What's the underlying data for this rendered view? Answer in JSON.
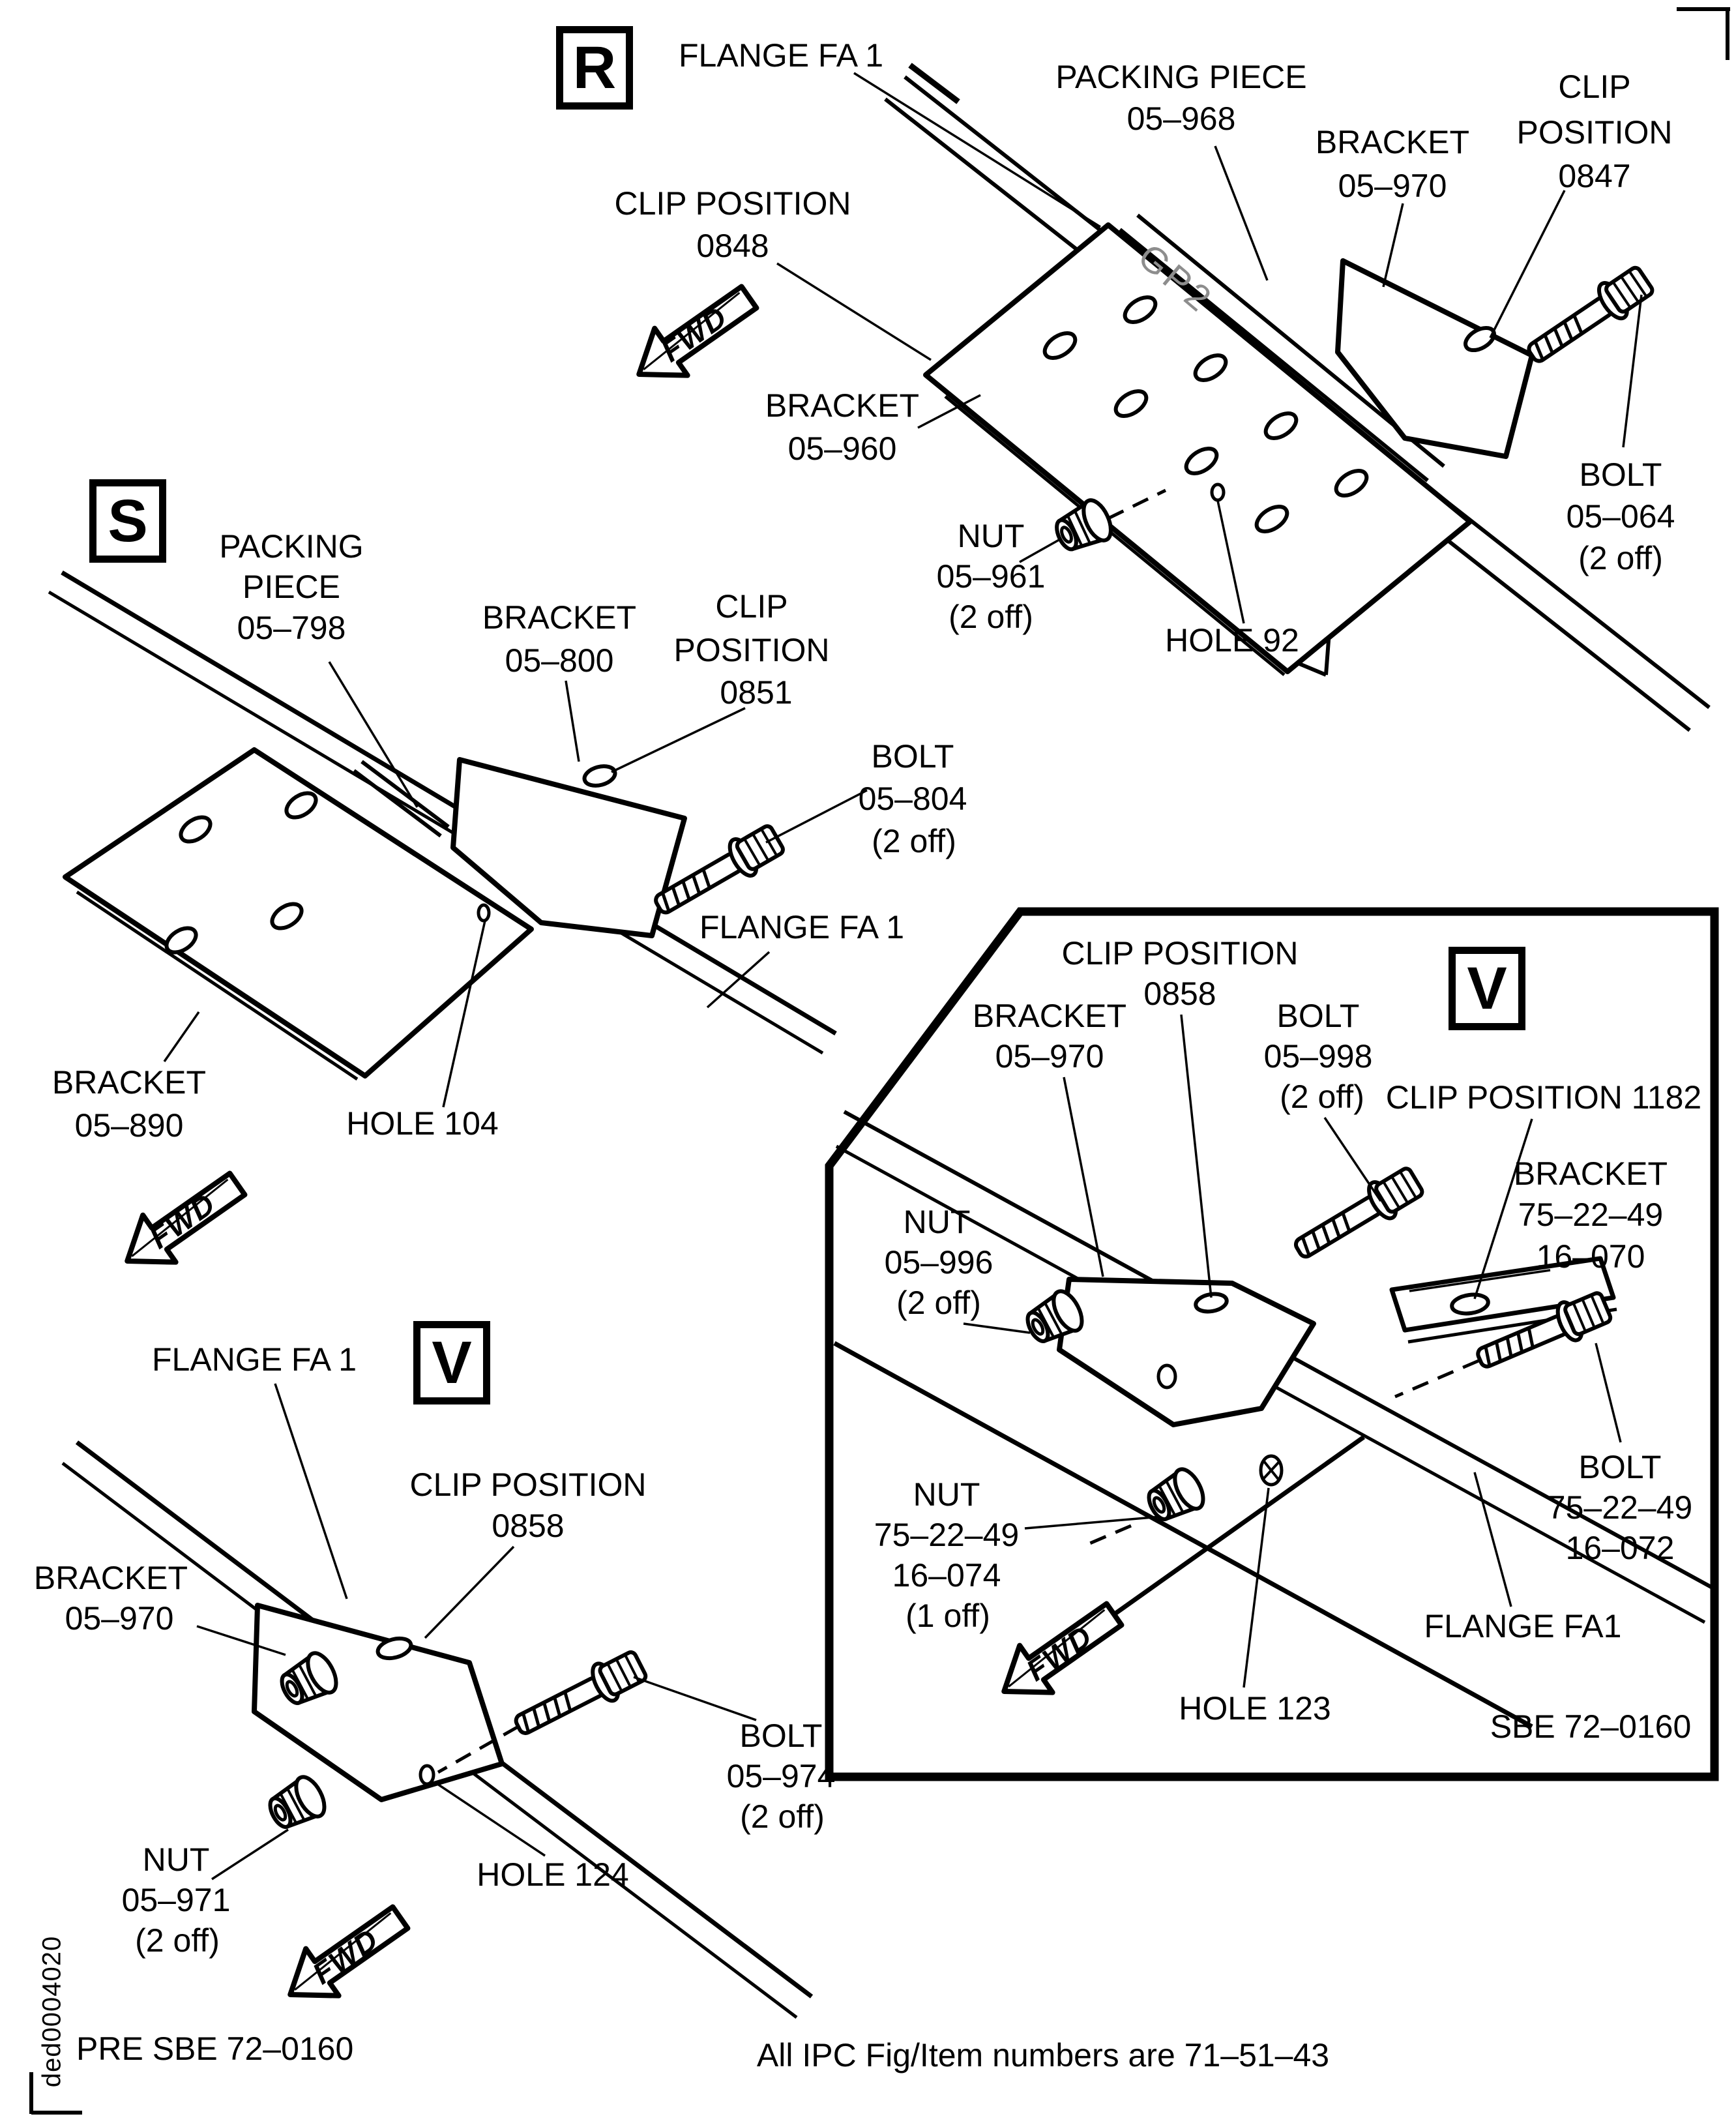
{
  "figure": {
    "footer_note": "All IPC Fig/Item numbers are 71–51–43",
    "doc_id": "ded0004020"
  },
  "section_r": {
    "tag": "R",
    "fwd": "FWD",
    "flange": "FLANGE FA 1",
    "plate_marking": "GP2",
    "packing_piece": {
      "l1": "PACKING PIECE",
      "l2": "05–968"
    },
    "bracket_05_970": {
      "l1": "BRACKET",
      "l2": "05–970"
    },
    "clip_0847": {
      "l1": "CLIP",
      "l2": "POSITION",
      "l3": "0847"
    },
    "clip_0848": {
      "l1": "CLIP POSITION",
      "l2": "0848"
    },
    "bracket_05_960": {
      "l1": "BRACKET",
      "l2": "05–960"
    },
    "nut_05_961": {
      "l1": "NUT",
      "l2": "05–961",
      "l3": "(2 off)"
    },
    "hole": "HOLE 92",
    "bolt_05_064": {
      "l1": "BOLT",
      "l2": "05–064",
      "l3": "(2 off)"
    }
  },
  "section_s": {
    "tag": "S",
    "fwd": "FWD",
    "flange": "FLANGE FA 1",
    "packing_piece": {
      "l1": "PACKING",
      "l2": "PIECE",
      "l3": "05–798"
    },
    "bracket_05_800": {
      "l1": "BRACKET",
      "l2": "05–800"
    },
    "clip_0851": {
      "l1": "CLIP",
      "l2": "POSITION",
      "l3": "0851"
    },
    "bolt_05_804": {
      "l1": "BOLT",
      "l2": "05–804",
      "l3": "(2 off)"
    },
    "bracket_05_890": {
      "l1": "BRACKET",
      "l2": "05–890"
    },
    "hole": "HOLE 104"
  },
  "section_v_pre": {
    "tag": "V",
    "fwd": "FWD",
    "flange": "FLANGE FA 1",
    "clip_0858": {
      "l1": "CLIP POSITION",
      "l2": "0858"
    },
    "bracket_05_970": {
      "l1": "BRACKET",
      "l2": "05–970"
    },
    "nut_05_971": {
      "l1": "NUT",
      "l2": "05–971",
      "l3": "(2 off)"
    },
    "hole": "HOLE 124",
    "bolt_05_974": {
      "l1": "BOLT",
      "l2": "05–974",
      "l3": "(2 off)"
    },
    "mod_note": "PRE SBE 72–0160"
  },
  "section_v_post": {
    "tag": "V",
    "fwd": "FWD",
    "flange": "FLANGE FA1",
    "clip_0858": {
      "l1": "CLIP POSITION",
      "l2": "0858"
    },
    "bracket_05_970": {
      "l1": "BRACKET",
      "l2": "05–970"
    },
    "bolt_05_998": {
      "l1": "BOLT",
      "l2": "05–998",
      "l3": "(2 off)"
    },
    "clip_1182": "CLIP POSITION 1182",
    "bracket_16_070": {
      "l1": "BRACKET",
      "l2": "75–22–49",
      "l3": "16–070"
    },
    "nut_05_996": {
      "l1": "NUT",
      "l2": "05–996",
      "l3": "(2 off)"
    },
    "nut_16_074": {
      "l1": "NUT",
      "l2": "75–22–49",
      "l3": "16–074",
      "l4": "(1 off)"
    },
    "bolt_16_072": {
      "l1": "BOLT",
      "l2": "75–22–49",
      "l3": "16–072"
    },
    "hole": "HOLE 123",
    "mod_note": "SBE 72–0160"
  }
}
